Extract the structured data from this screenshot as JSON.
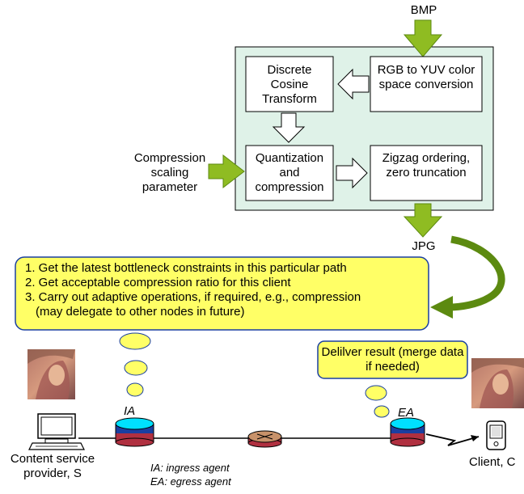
{
  "input_label": "BMP",
  "output_label": "JPG",
  "pipeline": {
    "rgb_to_yuv": "RGB to YUV color space conversion",
    "dct": "Discrete Cosine Transform",
    "quantization": "Quantization and compression",
    "zigzag": "Zigzag ordering, zero truncation",
    "scaling_param": "Compression scaling parameter"
  },
  "steps_note": {
    "line1": "1. Get the latest bottleneck constraints in this particular path",
    "line2": "2. Get acceptable compression ratio for this client",
    "line3": "3. Carry out adaptive operations, if required, e.g., compression",
    "line4": "(may delegate to other nodes in future)"
  },
  "deliver_note": "Delilver result (merge data if needed)",
  "network": {
    "ia": "IA",
    "ea": "EA",
    "server": "Content service provider, S",
    "client": "Client, C",
    "legend_ia": "IA: ingress agent",
    "legend_ea": "EA: egress agent"
  },
  "colors": {
    "panel": "#dff2e8",
    "arrow_green": "#8fbc22",
    "note_yellow": "#ffff66",
    "note_border": "#1a3fa0",
    "router_top": "#00e0ff",
    "router_mid": "#1a3fa0",
    "router_bot": "#b03040"
  }
}
